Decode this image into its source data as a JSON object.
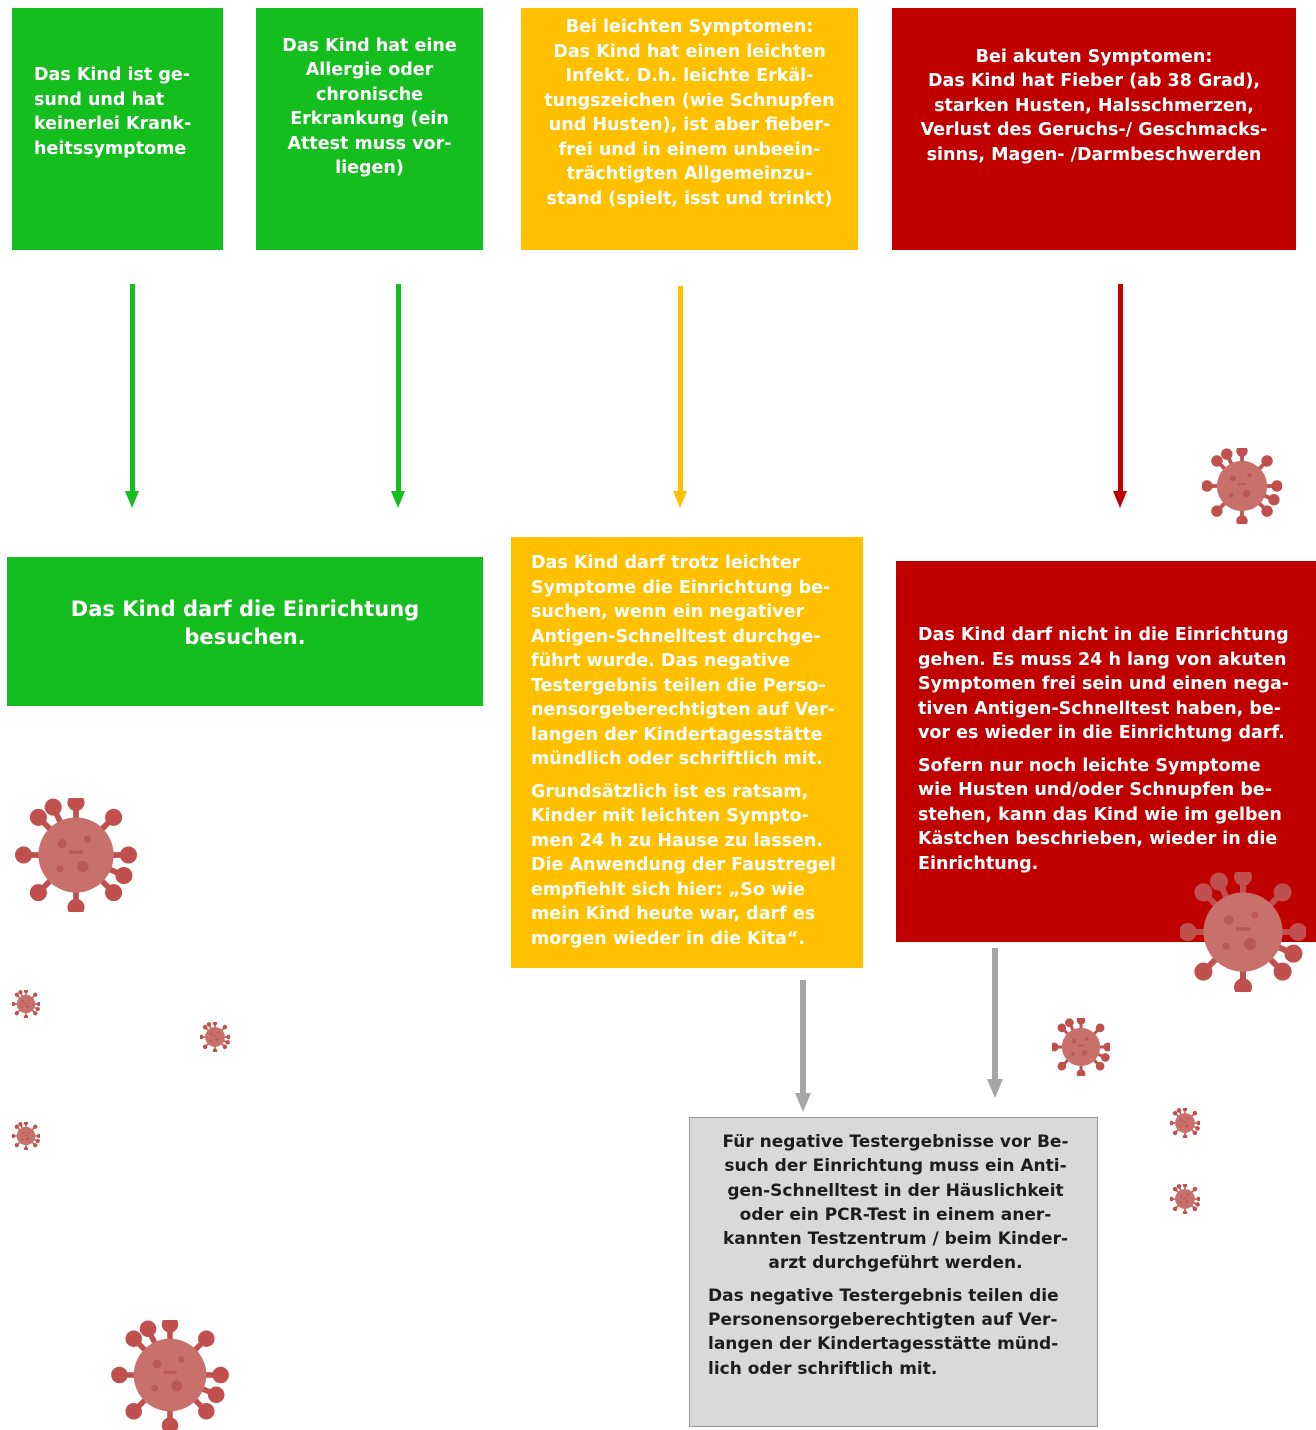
{
  "colors": {
    "green": "#14be1e",
    "yellow": "#ffc000",
    "red": "#c00000",
    "grey": "#d9d9d9",
    "grey_arrow": "#a6a6a6",
    "virus": "#c0504d"
  },
  "top_boxes": {
    "healthy": "Das Kind ist ge-\nsund und hat\nkeinerlei Krank-\nheitssymptome",
    "allergy": "Das Kind hat eine\nAllergie oder\nchronische\nErkrankung (ein\nAttest muss vor-\nliegen)",
    "mild": "Bei leichten Symptomen:\nDas Kind hat einen leichten\nInfekt. D.h. leichte Erkäl-\ntungszeichen (wie Schnupfen\nund Husten), ist aber fieber-\nfrei und in einem unbeein-\nträchtigten Allgemeinzu-\nstand (spielt, isst und trinkt)",
    "acute": "Bei akuten Symptomen:\nDas Kind hat Fieber (ab 38 Grad),\nstarken Husten, Halsschmerzen,\nVerlust des Geruchs-/ Geschmacks-\nsinns, Magen- /Darmbeschwerden"
  },
  "result_boxes": {
    "allowed": "Das Kind darf die Einrichtung\nbesuchen.",
    "mild_p1": "Das Kind darf trotz leichter\nSymptome die Einrichtung be-\nsuchen, wenn ein negativer\nAntigen-Schnelltest durchge-\nführt wurde. Das negative\nTestergebnis teilen die Perso-\nnensorgeberechtigten auf Ver-\nlangen der Kindertagesstätte\nmündlich oder schriftlich mit.",
    "mild_p2": "Grundsätzlich ist es ratsam,\nKinder mit leichten Sympto-\nmen 24 h zu Hause zu lassen.\nDie Anwendung der Faustregel\nempfiehlt sich hier: „So wie\nmein Kind heute war, darf es\nmorgen wieder in die Kita“.",
    "acute_p1": "Das Kind darf nicht in die Einrichtung\ngehen. Es muss 24 h lang von akuten\nSymptomen frei sein und einen nega-\ntiven Antigen-Schnelltest haben, be-\nvor es wieder in die Einrichtung darf.",
    "acute_p2": "Sofern nur noch leichte Symptome\nwie Husten und/oder Schnupfen be-\nstehen, kann das Kind wie im gelben\nKästchen beschrieben, wieder in die\nEinrichtung."
  },
  "test_box": {
    "p1": "Für negative Testergebnisse vor Be-\nsuch der Einrichtung muss ein Anti-\ngen-Schnelltest in der Häuslichkeit\noder ein PCR-Test in einem aner-\nkannten Testzentrum / beim Kinder-\narzt durchgeführt werden.",
    "p2": "Das negative Testergebnis teilen die\nPersonensorgeberechtigten auf Ver-\nlangen der Kindertagesstätte münd-\nlich oder schriftlich mit."
  },
  "decorations": {
    "icon": "virus-icon"
  }
}
